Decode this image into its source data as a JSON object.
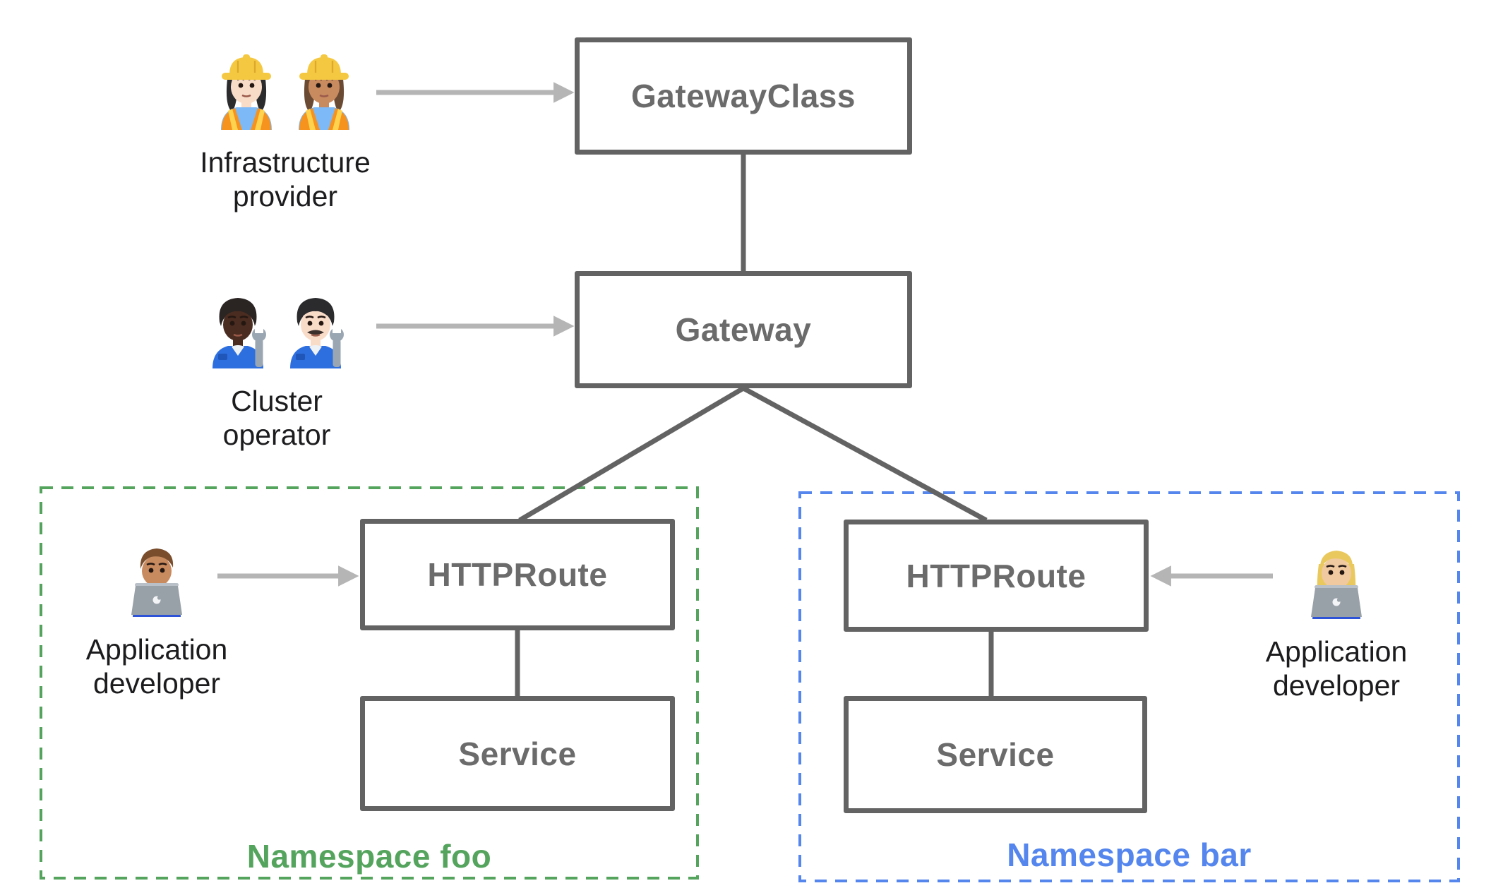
{
  "diagram": {
    "title_hint": "Gateway API resource model",
    "nodes": {
      "gateway_class": "GatewayClass",
      "gateway": "Gateway",
      "httproute_foo": "HTTPRoute",
      "service_foo": "Service",
      "httproute_bar": "HTTPRoute",
      "service_bar": "Service"
    },
    "namespaces": {
      "foo": {
        "label": "Namespace foo",
        "color": "#55a45e"
      },
      "bar": {
        "label": "Namespace bar",
        "color": "#5486ee"
      }
    },
    "personas": {
      "infrastructure_provider": {
        "line1": "Infrastructure",
        "line2": "provider",
        "emojis": "👷🏻‍♀️ 👷🏽‍♀️",
        "icons": [
          "woman-construction-worker-light",
          "woman-construction-worker-medium"
        ]
      },
      "cluster_operator": {
        "line1": "Cluster",
        "line2": "operator",
        "emojis": "🧑🏿‍🔧 👨🏻‍🔧",
        "icons": [
          "mechanic-dark",
          "man-mechanic-light"
        ]
      },
      "app_developer_foo": {
        "line1": "Application",
        "line2": "developer",
        "emojis": "👨🏽‍💻",
        "icons": [
          "man-technologist-medium"
        ]
      },
      "app_developer_bar": {
        "line1": "Application",
        "line2": "developer",
        "emojis": "👩🏼‍💻",
        "icons": [
          "woman-technologist-blonde"
        ]
      }
    },
    "colors": {
      "node_border": "#636363",
      "node_text": "#6b6b6b",
      "connector": "#636363",
      "arrow": "#b5b5b5",
      "persona_text": "#1c1c1e",
      "namespace_foo": "#55a45e",
      "namespace_bar": "#5486ee"
    }
  }
}
